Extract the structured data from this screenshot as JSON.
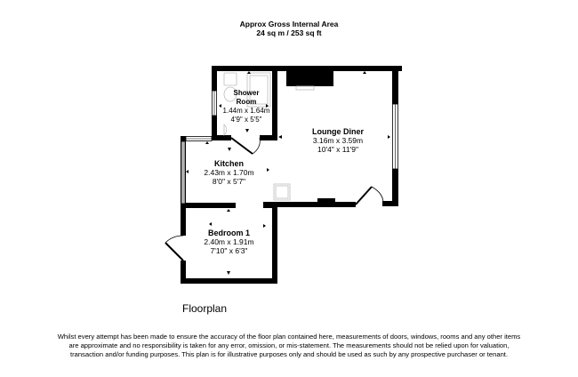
{
  "header": {
    "title": "Approx Gross Internal Area",
    "area": "24 sq m / 253 sq ft"
  },
  "rooms": [
    {
      "name": "Shower Room",
      "name_line1": "Shower",
      "name_line2": "Room",
      "metric": "1.44m x 1.64m",
      "imperial": "4'9\" x 5'5\""
    },
    {
      "name": "Lounge Diner",
      "metric": "3.16m x 3.59m",
      "imperial": "10'4\" x 11'9\""
    },
    {
      "name": "Kitchen",
      "metric": "2.43m x 1.70m",
      "imperial": "8'0\" x 5'7\""
    },
    {
      "name": "Bedroom 1",
      "metric": "2.40m x 1.91m",
      "imperial": "7'10\" x 6'3\""
    }
  ],
  "floor_title": "Floorplan",
  "disclaimer": "Whilst every attempt has been made to ensure the accuracy of the floor plan contained here, measurements of doors, windows, rooms and any other items are approximate and no responsibility is taken for any error, omission, or mis-statement. The measurements should not be relied upon for valuation, transaction and/or funding purposes. This plan is for illustrative purposes only and should be used as such by any prospective purchaser or tenant.",
  "colors": {
    "wall": "#000000",
    "fixture": "#bdbdbd",
    "background": "#ffffff"
  }
}
